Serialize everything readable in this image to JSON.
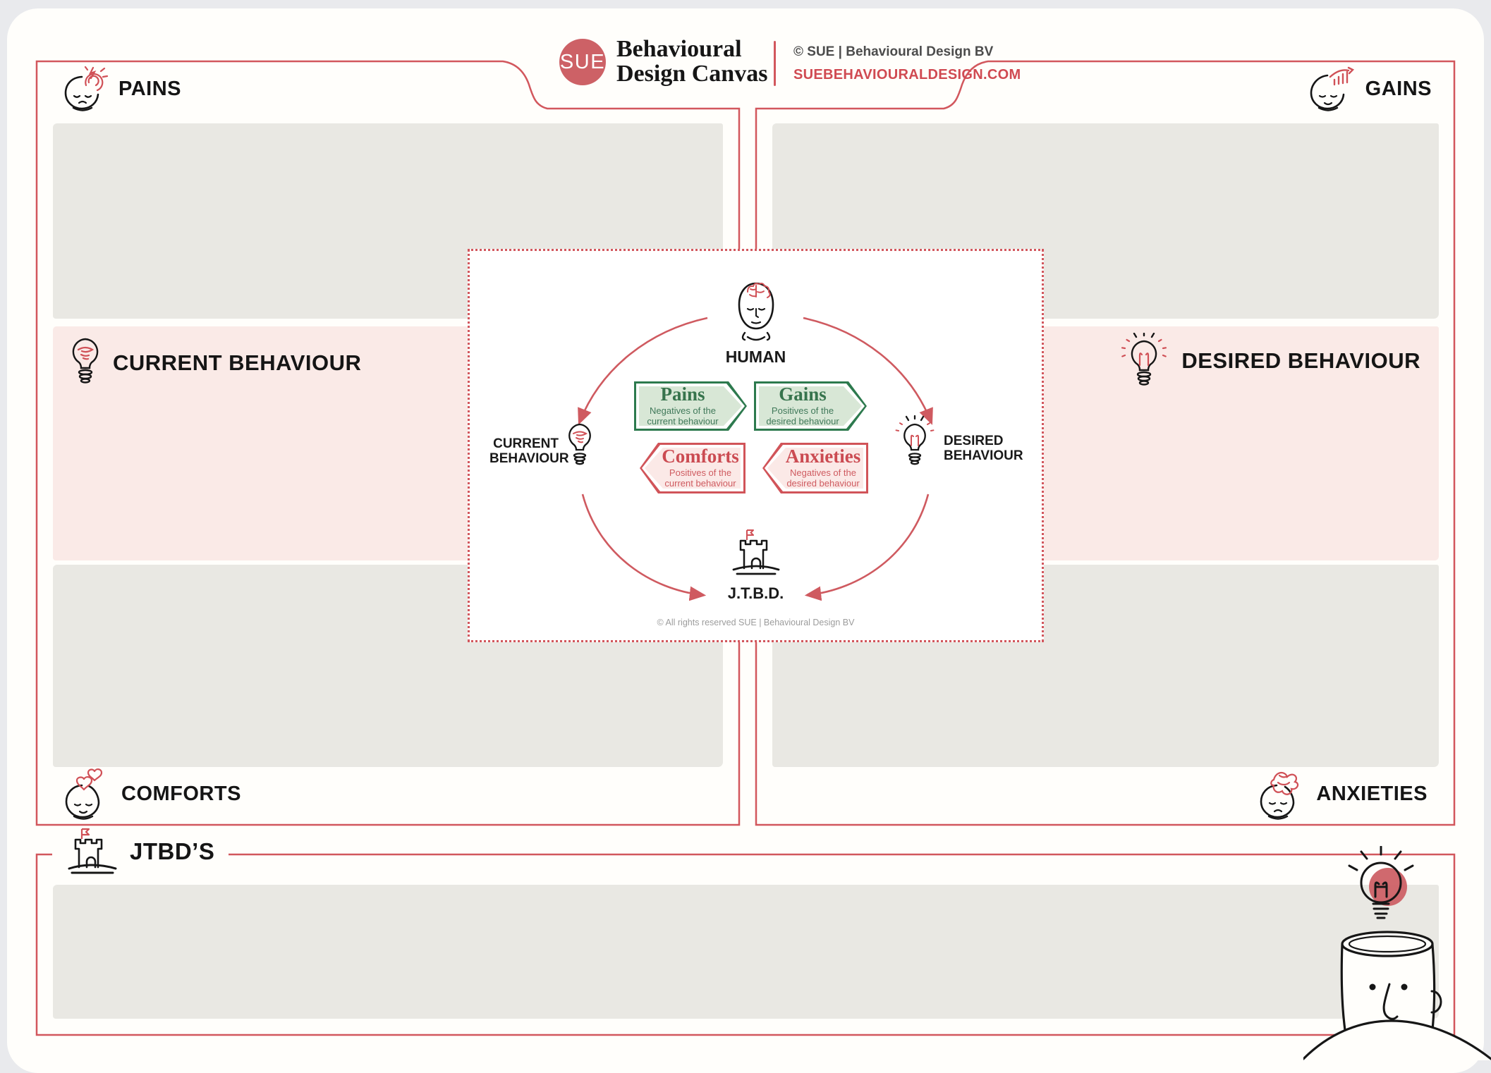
{
  "header": {
    "logo": "SUE",
    "title_line1": "Behavioural",
    "title_line2": "Design Canvas",
    "copyright": "© SUE | Behavioural Design BV",
    "website": "SUEBEHAVIOURALDESIGN.COM"
  },
  "sections": {
    "pains": "PAINS",
    "gains": "GAINS",
    "current_behaviour": "CURRENT BEHAVIOUR",
    "desired_behaviour": "DESIRED BEHAVIOUR",
    "comforts": "COMFORTS",
    "anxieties": "ANXIETIES",
    "jtbds": "JTBD’S"
  },
  "diagram": {
    "human_label": "HUMAN",
    "current_label": "CURRENT BEHAVIOUR",
    "desired_label": "DESIRED BEHAVIOUR",
    "jtbd_label": "J.T.B.D.",
    "footer": "© All rights reserved SUE | Behavioural Design BV",
    "chevrons": [
      {
        "title": "Pains",
        "subtitle": "Negatives of the current behaviour"
      },
      {
        "title": "Gains",
        "subtitle": "Positives of the desired behaviour"
      },
      {
        "title": "Comforts",
        "subtitle": "Positives of the current behaviour"
      },
      {
        "title": "Anxieties",
        "subtitle": "Negatives of the desired behaviour"
      }
    ]
  },
  "colors": {
    "accent_red": "#d2575d",
    "logo_red": "#cd6166",
    "green_dark": "#2d7a4e",
    "green_fill": "#d8e7d6",
    "red_chevron_fill": "#fbe9e7",
    "pink_band": "#faeae7",
    "note_gray": "#e9e8e3"
  },
  "icons": {
    "pains": "pained-head-icon",
    "gains": "growth-head-icon",
    "comforts": "hearts-head-icon",
    "anxieties": "tangled-head-icon",
    "current_behaviour": "tornado-bulb-icon",
    "desired_behaviour": "shining-bulb-icon",
    "human": "brain-head-icon",
    "jtbd": "castle-flag-icon",
    "footer_illustration": "open-head-thinker-icon"
  }
}
